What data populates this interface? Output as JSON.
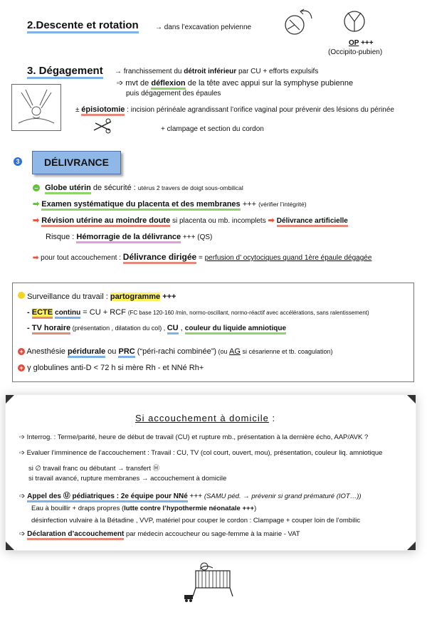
{
  "section2": {
    "title": "2.Descente et rotation",
    "arrow_text": "→ dans l’excavation pelvienne",
    "op": "OP",
    "op_plus": "+++",
    "op_label": "(Occipito-pubien)"
  },
  "section3": {
    "title": "3. Dégagement",
    "line1_pre": "→ franchissement du ",
    "line1_bold": "détroit inférieur",
    "line1_post": " par CU + efforts expulsifs",
    "line2_pre": "➩ mvt de ",
    "line2_bold": "déflexion",
    "line2_post": " de la tête avec appui sur la symphyse pubienne",
    "line3": "puis dégagement des épaules",
    "episio_pre": "± ",
    "episio_bold": "épisiotomie",
    "episio_post": " :  incision périnéale agrandissant l’orifice vaginal pour prévenir des lésions du périnée",
    "clamp": "+  clampage et section du cordon"
  },
  "delivrance": {
    "number": "3",
    "title": "DÉLIVRANCE",
    "globe_bold": "Globe utérin",
    "globe_post": " de sécurité : ",
    "globe_small": "utérus 2 travers de doigt sous-ombilical",
    "exam_bold": "Examen systématique du placenta et des membranes",
    "exam_post": " +++ ",
    "exam_small": "(vérifier l’intégrité)",
    "revision_bold": "Révision utérine au moindre doute",
    "revision_post": " si placenta ou mb. incomplets ",
    "revision_arrow": "➡",
    "revision_right": "Délivrance artificielle",
    "risque_pre": "Risque : ",
    "risque_bold": "Hémorragie de la délivrance",
    "risque_post": " +++  (QS)",
    "dirigee_pre": "pour tout accouchement : ",
    "dirigee_bold": "Délivrance dirigée",
    "dirigee_eq": " = ",
    "dirigee_post": "perfusion d’ ocytociques quand 1ère épaule dégagée"
  },
  "box1": {
    "surv_pre": "Surveillance du travail : ",
    "surv_bold": "partogramme",
    "surv_plus": " +++",
    "ecte_dash": "- ",
    "ecte": "ECTE",
    "ecte_continu": "continu",
    "ecte_eq": " = CU + RCF ",
    "ecte_small": "(FC base 120-160 /min, normo-oscillant, normo-réactif avec accélérations, sans ralentissement)",
    "tv_dash": "- ",
    "tv_bold": "TV horaire",
    "tv_small": " (présentation , dilatation du col) , ",
    "tv_cu": "CU",
    "tv_sep": " , ",
    "tv_liquide": "couleur du liquide amniotique",
    "anesth_pre": "Anesthésie ",
    "anesth_bold": "péridurale",
    "anesth_ou": "  ou  ",
    "anesth_prc": "PRC",
    "anesth_prc_desc": " (“péri-rachi combinée”)",
    "anesth_small_pre": "   (ou  ",
    "anesth_ag": "AG",
    "anesth_small_post": "  si césarienne et tb. coagulation)",
    "gamma": "γ globulines anti-D < 72 h si mère Rh - et NNé Rh+"
  },
  "box2": {
    "title": "Si accouchement à domicile",
    "title_colon": " :",
    "interrog": "➩ Interrog. : Terme/parité, heure de début de travail (CU) et rupture mb.,  présentation à la dernière écho,  AAP/AVK ?",
    "evaluer": "➩ Evaluer l’imminence de l’accouchement : Travail : CU, TV (col court, ouvert, mou), présentation, couleur liq. amniotique",
    "si1": "si ∅ travail franc  ou  débutant  → transfert Ⓗ",
    "si2": "si  travail avancé, rupture membranes   → accouchement à domicile",
    "appel_pre": "➩ ",
    "appel_bold": "Appel des Ⓤ pédiatriques : 2e équipe pour NNé",
    "appel_plus": " +++ ",
    "appel_italic": "(SAMU péd. → prévenir si grand prématuré (IOT…))",
    "eau_pre": "Eau à bouillir + draps propres  (",
    "eau_bold": "lutte contre l’hypothermie néonatale +++",
    "eau_post": ")",
    "desinf": "désinfection vulvaire à la Bétadine , VVP, matériel pour couper le cordon : Clampage + couper loin de l’ombilic",
    "decl_pre": "➩ ",
    "decl_bold": "Déclaration d’accouchement",
    "decl_post": " par médecin accoucheur ou sage-femme à la mairie  -  VAT"
  }
}
